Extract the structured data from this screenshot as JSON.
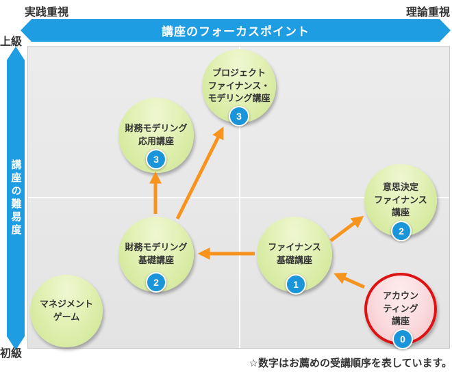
{
  "page": {
    "axis_top_left": "実践重視",
    "axis_top_right": "理論重視",
    "banner_title": "講座のフォーカスポイント",
    "axis_left_top": "上級",
    "axis_left_bottom": "初級",
    "axis_left_label": "講座の難易度",
    "footnote": "☆数字はお薦めの受講順序を表しています。"
  },
  "colors": {
    "banner_blue": "#1f9de3",
    "badge_blue": "#1b95da",
    "arrow_orange": "#f7941e",
    "bubble_green": "#d9ec9f",
    "bubble_pink": "#fadadd",
    "highlight_red": "#de1212",
    "plot_background": "#e9e9e9"
  },
  "courses": [
    {
      "id": "project-finance-modeling",
      "label": "プロジェクト\nファイナンス・\nモデリング講座",
      "order": "3"
    },
    {
      "id": "financial-modeling-advanced",
      "label": "財務モデリング\n応用講座",
      "order": "3"
    },
    {
      "id": "financial-modeling-basic",
      "label": "財務モデリング\n基礎講座",
      "order": "2"
    },
    {
      "id": "finance-basic",
      "label": "ファイナンス\n基礎講座",
      "order": "1"
    },
    {
      "id": "decision-finance",
      "label": "意思決定\nファイナンス\n講座",
      "order": "2"
    },
    {
      "id": "accounting",
      "label": "アカウン\nティング\n講座",
      "order": "0",
      "highlighted": true
    },
    {
      "id": "management-game",
      "label": "マネジメント\nゲーム",
      "order": null
    }
  ],
  "flows": [
    {
      "from": "accounting",
      "to": "finance-basic"
    },
    {
      "from": "finance-basic",
      "to": "financial-modeling-basic"
    },
    {
      "from": "finance-basic",
      "to": "decision-finance"
    },
    {
      "from": "financial-modeling-basic",
      "to": "financial-modeling-advanced"
    },
    {
      "from": "financial-modeling-basic",
      "to": "project-finance-modeling"
    }
  ]
}
